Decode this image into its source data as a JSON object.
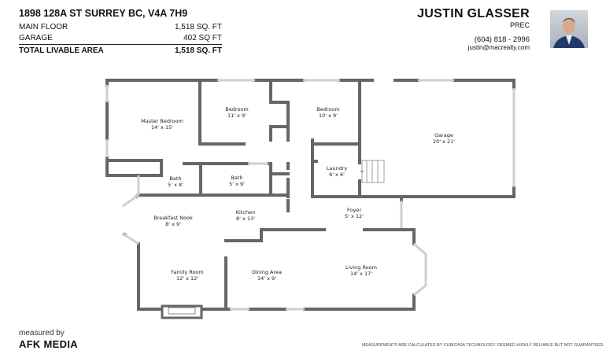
{
  "header": {
    "address": "1898 128A ST SURREY BC, V4A 7H9",
    "rows": [
      {
        "label": "MAIN FLOOR",
        "value": "1,518 SQ. FT"
      },
      {
        "label": "GARAGE",
        "value": "402 SQ FT"
      }
    ],
    "total": {
      "label": "TOTAL LIVABLE AREA",
      "value": "1,518 SQ. FT"
    }
  },
  "agent": {
    "name": "JUSTIN GLASSER",
    "title": "PREC",
    "phone": "(604) 818 - 2996",
    "email": "justin@macrealty.com"
  },
  "rooms": [
    {
      "name": "Master Bedroom",
      "dims": "14' x 15'"
    },
    {
      "name": "Bedroom",
      "dims": "11' x 9'"
    },
    {
      "name": "Bedroom",
      "dims": "10' x 9'"
    },
    {
      "name": "Garage",
      "dims": "20' x 21'"
    },
    {
      "name": "Laundry",
      "dims": "6' x 6'"
    },
    {
      "name": "Bath",
      "dims": "5' x 8'"
    },
    {
      "name": "Bath",
      "dims": "5' x 9'"
    },
    {
      "name": "Kitchen",
      "dims": "8' x 13'"
    },
    {
      "name": "Breakfast Nook",
      "dims": "8' x 9'"
    },
    {
      "name": "Foyer",
      "dims": "5' x 12'"
    },
    {
      "name": "Family Room",
      "dims": "12' x 12'"
    },
    {
      "name": "Dining Area",
      "dims": "14' x 9'"
    },
    {
      "name": "Living Room",
      "dims": "14' x 17'"
    }
  ],
  "footer": {
    "measured_by": "measured by",
    "company": "AFK MEDIA",
    "disclaimer": "MEASUREMENTS ARE CALCULATED BY CUBICASA TECHNOLOGY. DEEMED HIGHLY RELIABLE BUT NOT GUARANTEED."
  },
  "colors": {
    "wall": "#666666",
    "window": "#d9d9d9"
  }
}
